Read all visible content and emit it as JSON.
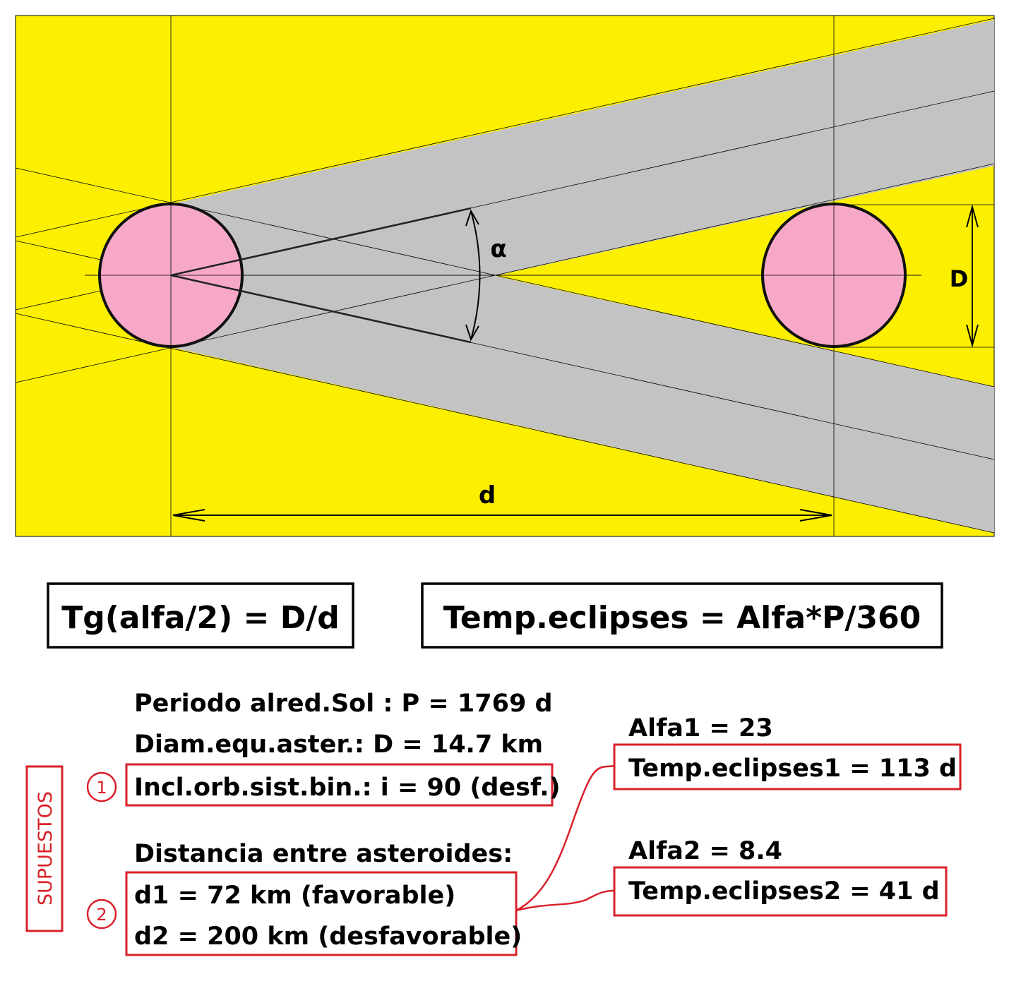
{
  "diagram": {
    "labels": {
      "alpha": "α",
      "D": "D",
      "d": "d"
    },
    "colors": {
      "background": "#fcf000",
      "shadow": "#c3c3c3",
      "asteroid": "#f7a8c8",
      "accent": "#d9202a"
    }
  },
  "formulas": {
    "tangent": "Tg(alfa/2) = D/d",
    "eclipse_time": "Temp.eclipses = Alfa*P/360"
  },
  "data": {
    "period": "Periodo alred.Sol : P = 1769 d",
    "diameter": "Diam.equ.aster.: D = 14.7 km",
    "inclination": "Incl.orb.sist.bin.: i = 90 (desf.)",
    "distance_heading": "Distancia entre asteroides:",
    "d1": "d1 = 72 km (favorable)",
    "d2": "d2 = 200 km (desfavorable)"
  },
  "assumptions": {
    "label": "SUPUESTOS",
    "marker1": "1",
    "marker2": "2"
  },
  "results": {
    "alfa1": "Alfa1 = 23",
    "temp1": "Temp.eclipses1 = 113 d",
    "alfa2": "Alfa2 = 8.4",
    "temp2": "Temp.eclipses2 = 41 d"
  }
}
